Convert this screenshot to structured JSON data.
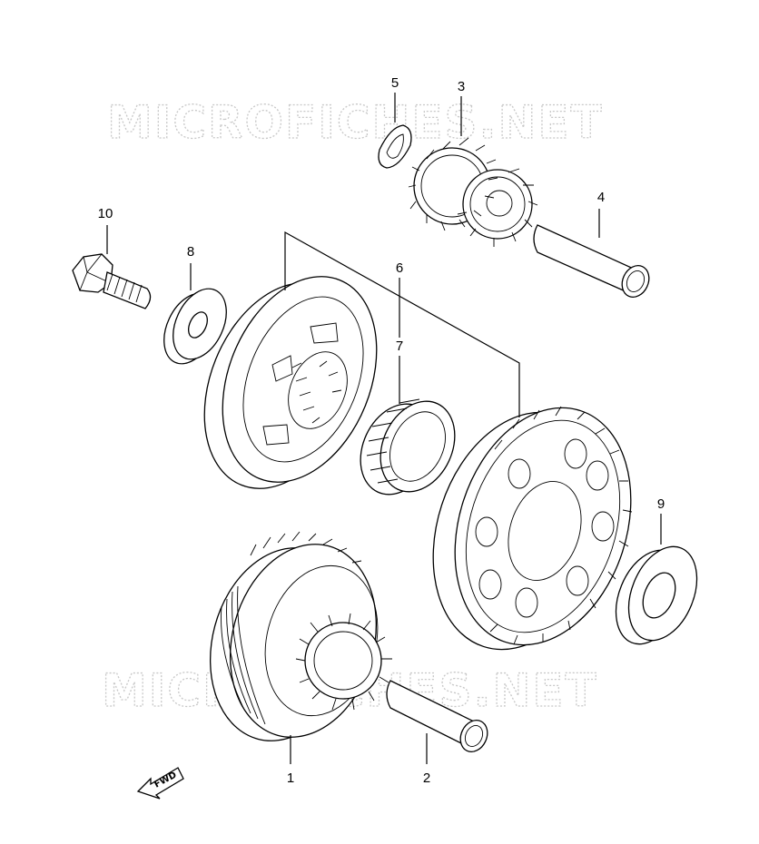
{
  "watermark": {
    "text": "MICROFICHES.NET"
  },
  "callouts": [
    {
      "id": "1",
      "label": "1"
    },
    {
      "id": "2",
      "label": "2"
    },
    {
      "id": "3",
      "label": "3"
    },
    {
      "id": "4",
      "label": "4"
    },
    {
      "id": "5",
      "label": "5"
    },
    {
      "id": "6",
      "label": "6"
    },
    {
      "id": "7",
      "label": "7"
    },
    {
      "id": "8",
      "label": "8"
    },
    {
      "id": "9",
      "label": "9"
    },
    {
      "id": "10",
      "label": "10"
    }
  ],
  "direction_marker": {
    "label": "FWD",
    "icon": "fwd-arrow-icon"
  }
}
